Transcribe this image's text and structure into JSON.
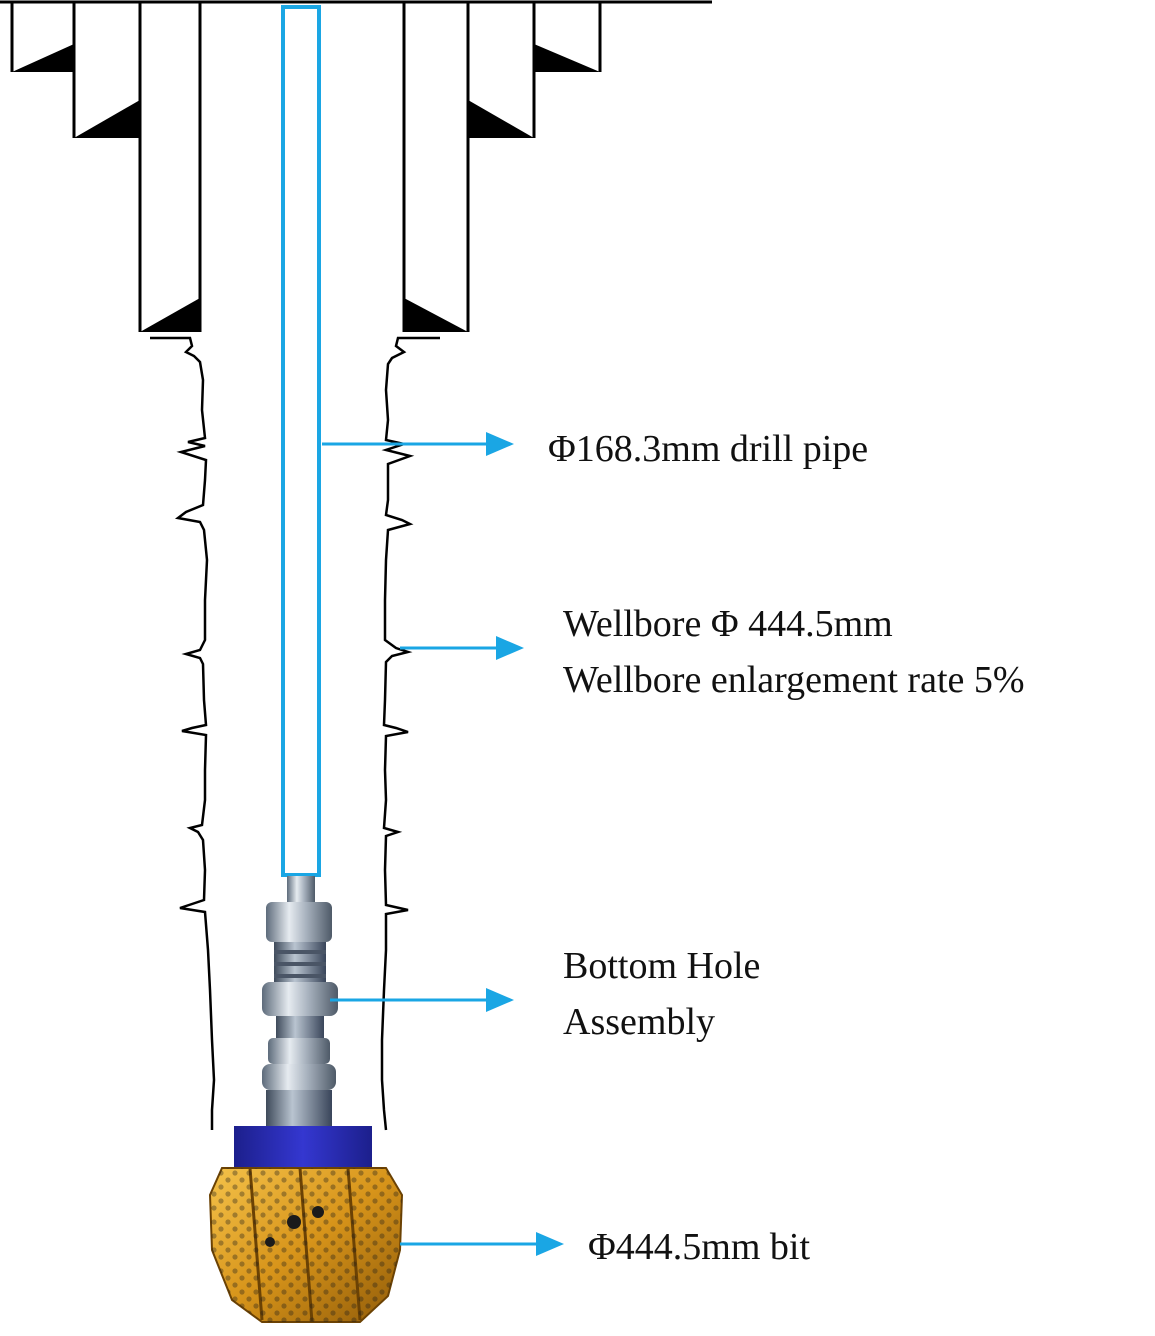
{
  "labels": {
    "drill_pipe": "Φ168.3mm drill pipe",
    "wellbore_line1": "Wellbore Φ 444.5mm",
    "wellbore_line2": "Wellbore enlargement  rate 5%",
    "bha_line1": "Bottom Hole",
    "bha_line2": "Assembly",
    "bit": "Φ444.5mm bit"
  },
  "colors": {
    "pointer": "#1aa6e4",
    "drill_pipe_outline": "#1aa6e4",
    "casing": "#000000",
    "bit_body": "#d99a1c",
    "stabilizer": "#2a2bb8",
    "bha_steel": "#9aa6b4"
  },
  "icons": {
    "casing_shoe": "black-triangle",
    "pointer_arrow": "arrow-right"
  }
}
